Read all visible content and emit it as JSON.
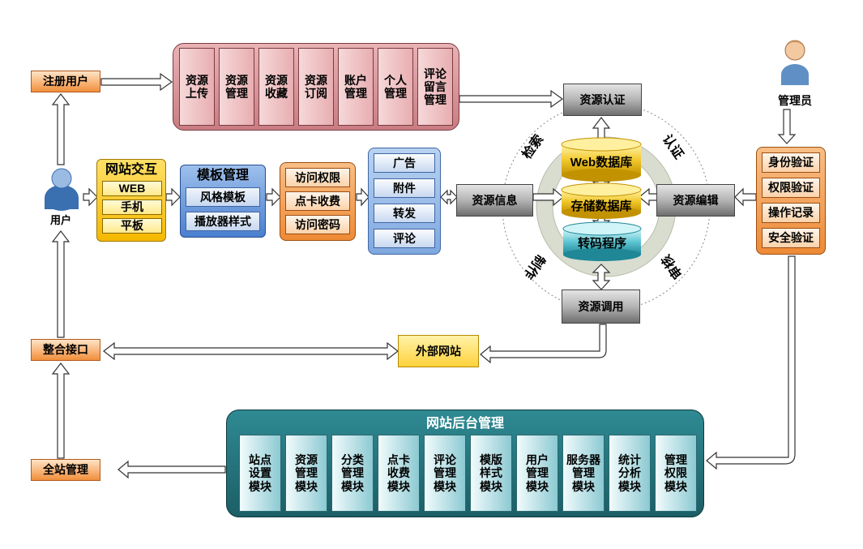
{
  "left": {
    "register_user": "注册用户",
    "user_label": "用户",
    "integration_interface": "整合接口",
    "site_management": "全站管理"
  },
  "top_panel": {
    "items": [
      "资源\n上传",
      "资源\n管理",
      "资源\n收藏",
      "资源\n订阅",
      "账户\n管理",
      "个人\n管理",
      "评论\n留言\n管理"
    ]
  },
  "site_interaction": {
    "title": "网站交互",
    "items": [
      "WEB",
      "手机",
      "平板"
    ]
  },
  "template_mgmt": {
    "title": "模板管理",
    "items": [
      "风格模板",
      "播放器样式"
    ]
  },
  "access_panel": {
    "items": [
      "访问权限",
      "点卡收费",
      "访问密码"
    ]
  },
  "extras_panel": {
    "items": [
      "广告",
      "附件",
      "转发",
      "评论"
    ]
  },
  "center": {
    "resource_cert": "资源认证",
    "resource_info": "资源信息",
    "resource_edit": "资源编辑",
    "resource_call": "资源调用",
    "external_site": "外部网站",
    "db_web": "Web数据库",
    "db_storage": "存储数据库",
    "db_transcode": "转码程序",
    "ring_search": "检索",
    "ring_auth": "认证",
    "ring_audit": "审核",
    "ring_produce": "制作"
  },
  "admin": {
    "label": "管理员",
    "items": [
      "身份验证",
      "权限验证",
      "操作记录",
      "安全验证"
    ]
  },
  "backend": {
    "title": "网站后台管理",
    "modules": [
      "站点\n设置\n模块",
      "资源\n管理\n模块",
      "分类\n管理\n模块",
      "点卡\n收费\n模块",
      "评论\n管理\n模块",
      "模版\n样式\n模块",
      "用户\n管理\n模块",
      "服务器\n管理\n模块",
      "统计\n分析\n模块",
      "管理\n权限\n模块"
    ]
  },
  "colors": {
    "orange": "#f08f3c",
    "gray": "#7a7a7a",
    "pink": "#c97c82",
    "teal": "#1c5e66",
    "yellow": "#ffd23c",
    "blue": "#4b7fd0",
    "db_gold": "#e0b020",
    "db_cyan": "#35a9b8"
  },
  "icons": {
    "user": "user-icon",
    "admin": "admin-icon"
  }
}
